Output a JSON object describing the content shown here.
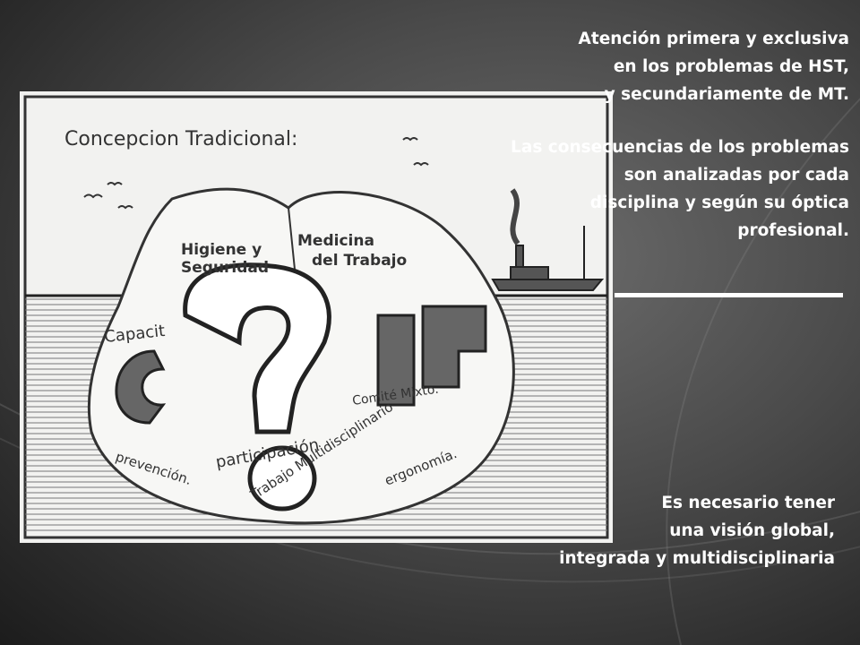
{
  "text_top": [
    "Atención primera y exclusiva",
    "en los problemas de HST,",
    "y secundariamente de MT.",
    "",
    "Las consecuencias de los problemas",
    "son analizadas por cada",
    "disciplina y según su óptica",
    "profesional."
  ],
  "text_bottom": [
    "Es necesario tener",
    "una visión global,",
    "integrada y multidisciplinaria"
  ],
  "illustration": {
    "title": "Concepcion Tradicional:",
    "peak_left": [
      "Higiene y",
      "Seguridad"
    ],
    "peak_right": [
      "Medicina",
      "del Trabajo"
    ],
    "labels": {
      "capacitacion": "Capacit",
      "comite": "Comité Mixto.",
      "participacion": "participación",
      "multidisciplinario": "Trabajo Multidisciplinario",
      "prevencion": "prevención.",
      "ergonomia": "ergonomía.",
      "question": "?"
    }
  }
}
